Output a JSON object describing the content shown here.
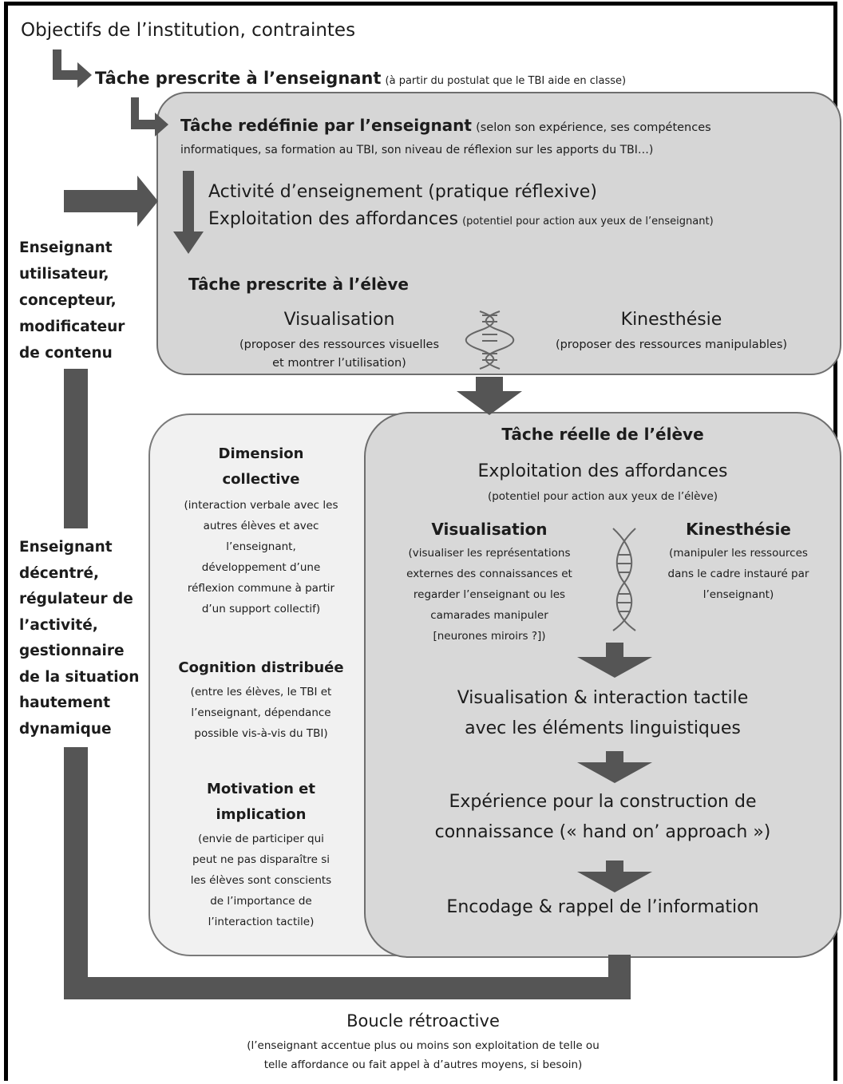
{
  "institution": "Objectifs de l’institution, contraintes",
  "prescribed_teacher": {
    "title": "Tâche prescrite à l’enseignant",
    "note": "(à partir du postulat que le TBI aide en classe)"
  },
  "redefined": {
    "title": "Tâche redéfinie par l’enseignant",
    "note1": "(selon son expérience, ses compétences",
    "note2": "informatiques, sa formation au TBI, son niveau de réflexion sur les apports du TBI…)"
  },
  "activity": "Activité d’enseignement (pratique réflexive)",
  "affordances_teacher": {
    "label": "Exploitation des affordances",
    "note": "(potentiel pour action aux yeux de l’enseignant)"
  },
  "prescribed_student": {
    "title": "Tâche prescrite à l’élève",
    "visualisation": {
      "label": "Visualisation",
      "line1": "(proposer des ressources visuelles",
      "line2": "et montrer l’utilisation)"
    },
    "kinesthesie": {
      "label": "Kinesthésie",
      "line1": "(proposer des ressources manipulables)"
    }
  },
  "teacher_role_1": [
    "Enseignant",
    "utilisateur,",
    "concepteur,",
    "modificateur",
    "de contenu"
  ],
  "teacher_role_2": [
    "Enseignant",
    "décentré,",
    "régulateur de",
    "l’activité,",
    "gestionnaire",
    "de la situation",
    "hautement",
    "dynamique"
  ],
  "dimension_collective": {
    "title": [
      "Dimension",
      "collective"
    ],
    "lines": [
      "(interaction verbale avec les",
      "autres élèves et avec",
      "l’enseignant,",
      "développement d’une",
      "réflexion commune à partir",
      "d’un support collectif)"
    ]
  },
  "cognition": {
    "title": "Cognition distribuée",
    "lines": [
      "(entre les élèves, le TBI et",
      "l’enseignant, dépendance",
      "possible vis-à-vis du TBI)"
    ]
  },
  "motivation": {
    "title": [
      "Motivation et",
      "implication"
    ],
    "lines": [
      "(envie de participer qui",
      "peut ne pas disparaître si",
      "les élèves sont conscients",
      "de l’importance de",
      "l’interaction tactile)"
    ]
  },
  "real_task": {
    "title": "Tâche réelle de l’élève",
    "affordances": "Exploitation des affordances",
    "affordances_note": "(potentiel pour action aux yeux de l’élève)",
    "visualisation": {
      "label": "Visualisation",
      "lines": [
        "(visualiser les représentations",
        "externes des connaissances et",
        "regarder l’enseignant ou les",
        "camarades manipuler",
        "[neurones miroirs ?])"
      ]
    },
    "kinesthesie": {
      "label": "Kinesthésie",
      "lines": [
        "(manipuler les ressources",
        "dans le cadre instauré par",
        "l’enseignant)"
      ]
    },
    "step1": [
      "Visualisation & interaction tactile",
      "avec les éléments linguistiques"
    ],
    "step2": [
      "Expérience pour la construction de",
      "connaissance (« hand on’ approach »)"
    ],
    "step3": "Encodage & rappel de l’information"
  },
  "feedback": {
    "title": "Boucle rétroactive",
    "line1": "(l’enseignant accentue plus ou moins son exploitation de telle ou",
    "line2": "telle affordance ou fait appel à d’autres moyens, si besoin)"
  }
}
